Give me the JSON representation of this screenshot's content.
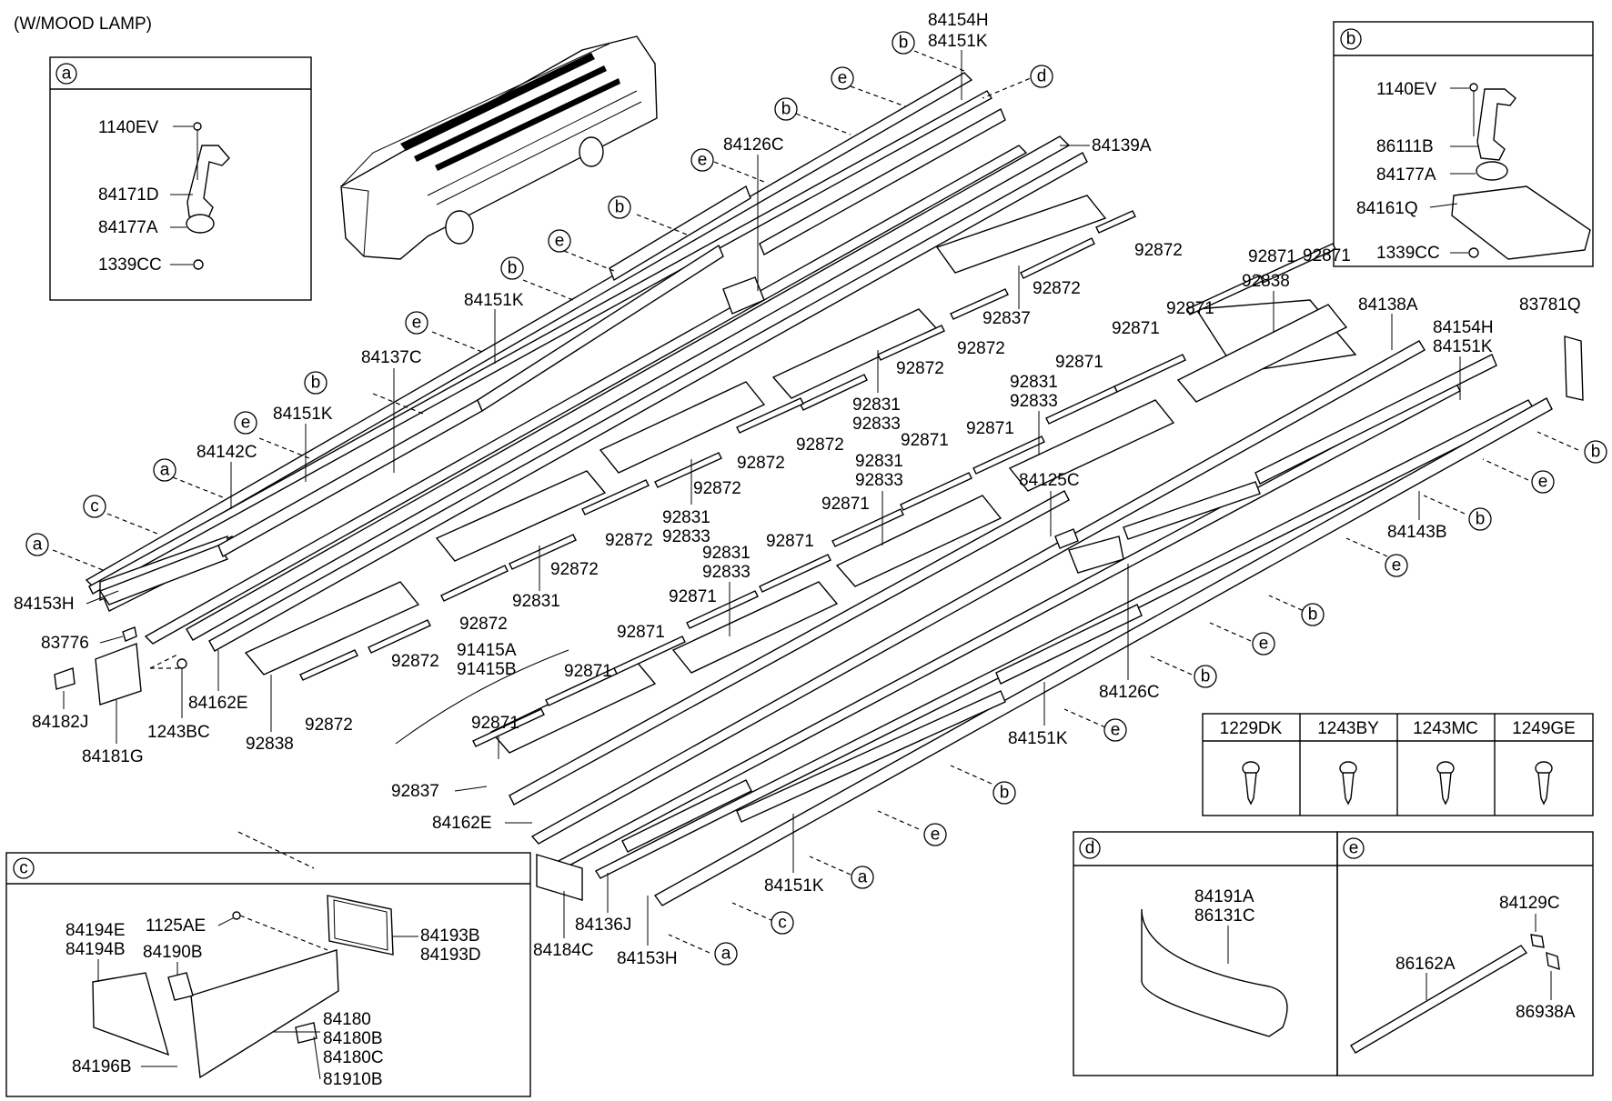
{
  "header": {
    "title": "(W/MOOD LAMP)"
  },
  "detail_a": {
    "letter": "a",
    "parts": [
      "1140EV",
      "84171D",
      "84177A",
      "1339CC"
    ]
  },
  "detail_b": {
    "letter": "b",
    "parts": [
      "1140EV",
      "86111B",
      "84177A",
      "84161Q",
      "1339CC"
    ]
  },
  "detail_c": {
    "letter": "c",
    "parts": [
      "84194E",
      "84194B",
      "84190B",
      "1125AE",
      "84193B",
      "84193D",
      "84180",
      "84180B",
      "84180C",
      "84196B",
      "81910B"
    ]
  },
  "detail_d": {
    "letter": "d",
    "parts": [
      "84191A",
      "86131C"
    ]
  },
  "detail_e": {
    "letter": "e",
    "parts": [
      "84129C",
      "86162A",
      "86938A"
    ]
  },
  "screw_table": {
    "headers": [
      "1229DK",
      "1243BY",
      "1243MC",
      "1249GE"
    ]
  },
  "labels": [
    {
      "id": "l1",
      "text": "84154H"
    },
    {
      "id": "l2",
      "text": "84151K"
    },
    {
      "id": "l3",
      "text": "84139A"
    },
    {
      "id": "l4",
      "text": "84126C"
    },
    {
      "id": "l5",
      "text": "92872"
    },
    {
      "id": "l6",
      "text": "92872"
    },
    {
      "id": "l7",
      "text": "92837"
    },
    {
      "id": "l8",
      "text": "92872"
    },
    {
      "id": "l9",
      "text": "92872"
    },
    {
      "id": "l10",
      "text": "92831"
    },
    {
      "id": "l11",
      "text": "92833"
    },
    {
      "id": "l12",
      "text": "92872"
    },
    {
      "id": "l13",
      "text": "92872"
    },
    {
      "id": "l14",
      "text": "92872"
    },
    {
      "id": "l15",
      "text": "92831"
    },
    {
      "id": "l16",
      "text": "92833"
    },
    {
      "id": "l17",
      "text": "92872"
    },
    {
      "id": "l18",
      "text": "92872"
    },
    {
      "id": "l19",
      "text": "92831"
    },
    {
      "id": "l20",
      "text": "92872"
    },
    {
      "id": "l21",
      "text": "92872"
    },
    {
      "id": "l22",
      "text": "92872"
    },
    {
      "id": "l23",
      "text": "92838"
    },
    {
      "id": "l24",
      "text": "84151K"
    },
    {
      "id": "l25",
      "text": "84137C"
    },
    {
      "id": "l26",
      "text": "84151K"
    },
    {
      "id": "l27",
      "text": "84142C"
    },
    {
      "id": "l28",
      "text": "84153H"
    },
    {
      "id": "l29",
      "text": "83776"
    },
    {
      "id": "l30",
      "text": "84182J"
    },
    {
      "id": "l31",
      "text": "84181G"
    },
    {
      "id": "l32",
      "text": "1243BC"
    },
    {
      "id": "l33",
      "text": "84162E"
    },
    {
      "id": "l34",
      "text": "91415A"
    },
    {
      "id": "l35",
      "text": "91415B"
    },
    {
      "id": "l36",
      "text": "92871"
    },
    {
      "id": "l37",
      "text": "92871"
    },
    {
      "id": "l38",
      "text": "92837"
    },
    {
      "id": "l39",
      "text": "84162E"
    },
    {
      "id": "l40",
      "text": "92871"
    },
    {
      "id": "l41",
      "text": "92871"
    },
    {
      "id": "l42",
      "text": "92831"
    },
    {
      "id": "l43",
      "text": "92833"
    },
    {
      "id": "l44",
      "text": "92871"
    },
    {
      "id": "l45",
      "text": "92871"
    },
    {
      "id": "l46",
      "text": "92831"
    },
    {
      "id": "l47",
      "text": "92833"
    },
    {
      "id": "l48",
      "text": "92871"
    },
    {
      "id": "l49",
      "text": "92871"
    },
    {
      "id": "l50",
      "text": "92871"
    },
    {
      "id": "l51",
      "text": "84125C"
    },
    {
      "id": "l52",
      "text": "92831"
    },
    {
      "id": "l53",
      "text": "92833"
    },
    {
      "id": "l54",
      "text": "92871"
    },
    {
      "id": "l55",
      "text": "92871"
    },
    {
      "id": "l56",
      "text": "92871"
    },
    {
      "id": "l57",
      "text": "92838"
    },
    {
      "id": "l58",
      "text": "92871"
    },
    {
      "id": "l59",
      "text": "84138A"
    },
    {
      "id": "l60",
      "text": "84154H"
    },
    {
      "id": "l61",
      "text": "84151K"
    },
    {
      "id": "l62",
      "text": "83781Q"
    },
    {
      "id": "l63",
      "text": "84143B"
    },
    {
      "id": "l64",
      "text": "84126C"
    },
    {
      "id": "l65",
      "text": "84151K"
    },
    {
      "id": "l66",
      "text": "84151K"
    },
    {
      "id": "l67",
      "text": "84136J"
    },
    {
      "id": "l68",
      "text": "84184C"
    },
    {
      "id": "l69",
      "text": "84153H"
    }
  ],
  "callouts": [
    "a",
    "b",
    "c",
    "d",
    "e"
  ]
}
